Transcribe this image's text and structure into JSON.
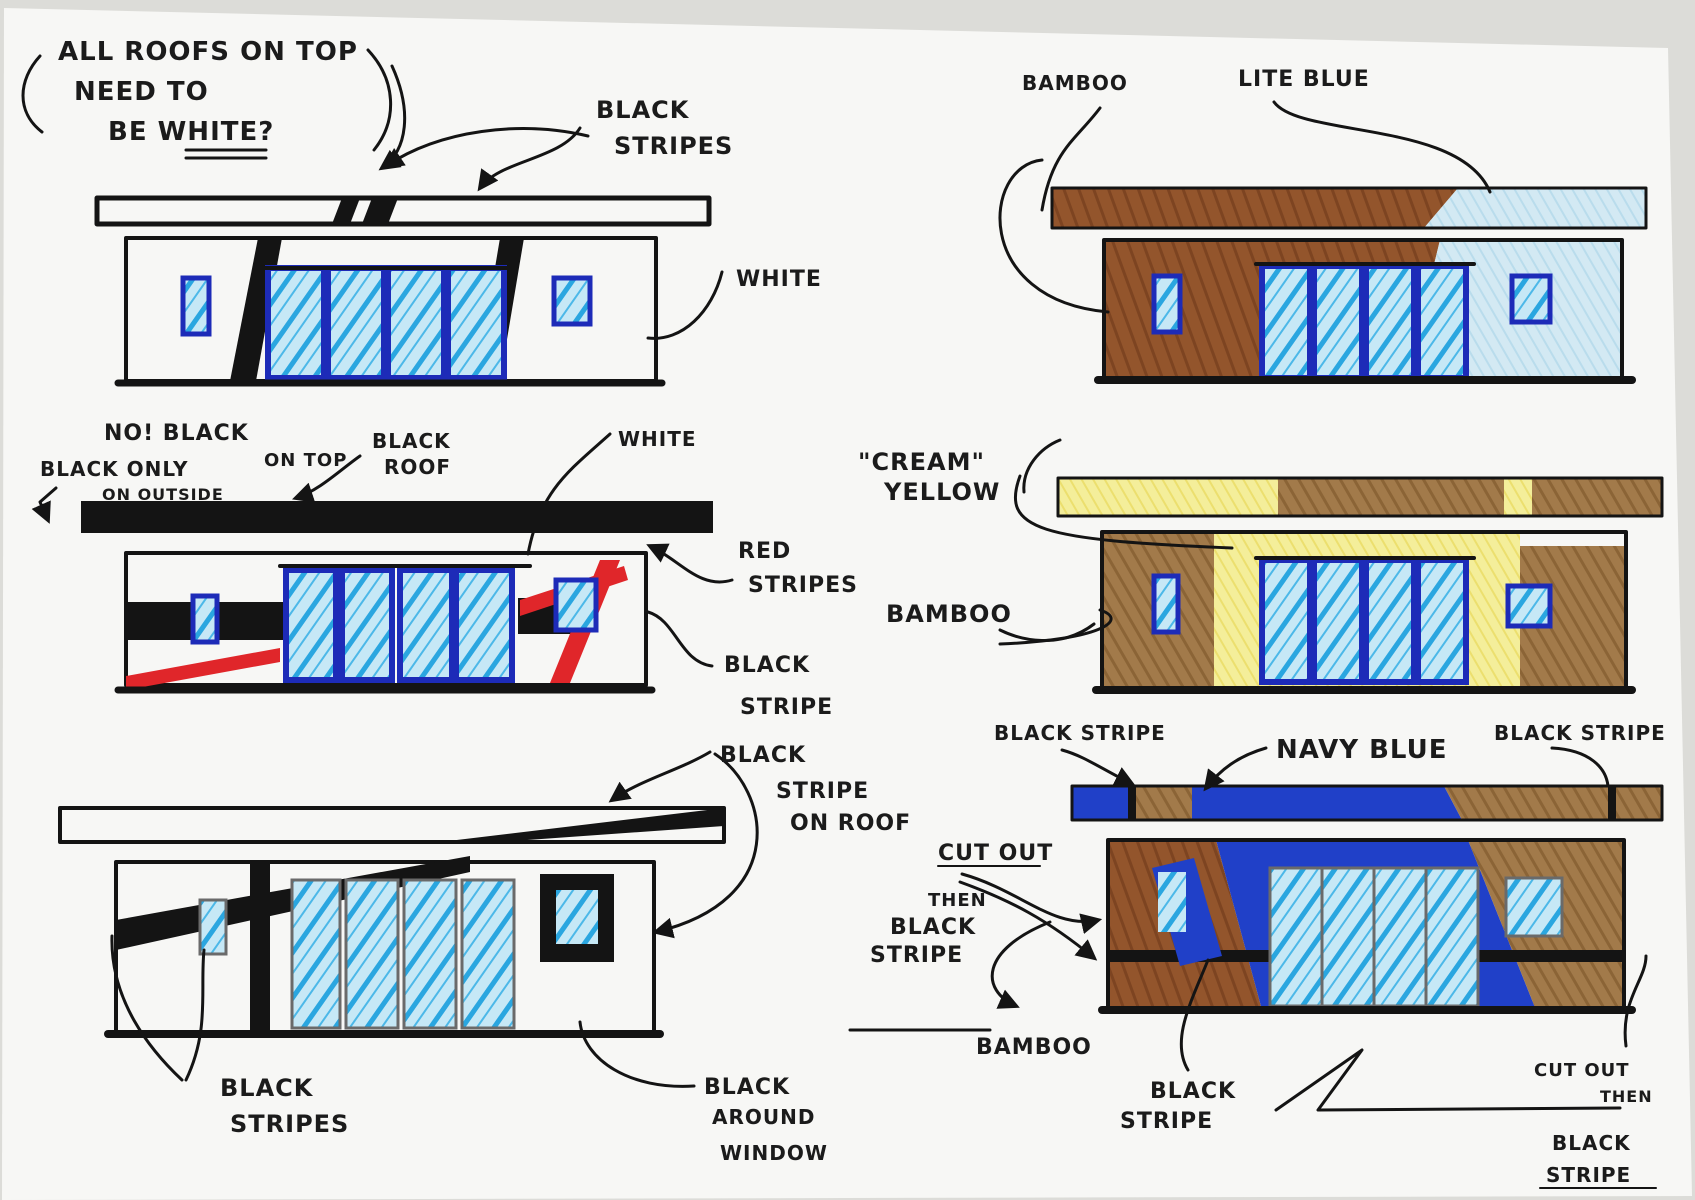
{
  "colors": {
    "paper": "#f7f7f5",
    "ink": "#141414",
    "glass": "#bfe4f4",
    "glass_stroke": "#2aa6e0",
    "frame_blue": "#1d2bb8",
    "bamboo_brown": "#93552c",
    "bamboo_tan": "#a27a4a",
    "lite_blue": "#cfe6f1",
    "cream_yellow": "#f4ee9a",
    "navy_blue": "#2040c8",
    "red": "#e0262a"
  },
  "icons": [
    "pointer-arrow",
    "signature-mark"
  ],
  "notes": {
    "all_roofs_1": "ALL ROOFS ON TOP",
    "all_roofs_2": "NEED TO",
    "all_roofs_3": "BE WHITE?",
    "black_stripes_1": "BLACK",
    "black_stripes_2": "STRIPES",
    "white_1": "WHITE",
    "no_black_1": "NO! BLACK",
    "no_black_2": "ON TOP",
    "black_only_1": "BLACK ONLY",
    "black_only_2": "ON OUTSIDE",
    "black_roof_1": "BLACK",
    "black_roof_2": "ROOF",
    "white_2": "WHITE",
    "red_stripes_1": "RED",
    "red_stripes_2": "STRIPES",
    "black_stripe_1": "BLACK",
    "black_stripe_2": "STRIPE",
    "stripe_on_roof_1": "BLACK",
    "stripe_on_roof_2": "STRIPE",
    "stripe_on_roof_3": "ON ROOF",
    "black_stripes_3": "BLACK",
    "black_stripes_4": "STRIPES",
    "around_window_1": "BLACK",
    "around_window_2": "AROUND",
    "around_window_3": "WINDOW",
    "bamboo_1": "BAMBOO",
    "lite_blue": "LITE BLUE",
    "cream_1": "\"CREAM\"",
    "cream_2": "YELLOW",
    "bamboo_2": "BAMBOO",
    "black_stripe_top_left": "BLACK STRIPE",
    "navy_blue": "NAVY BLUE",
    "black_stripe_top_right": "BLACK STRIPE",
    "cut_out_1": "CUT OUT",
    "cut_out_2": "THEN",
    "cut_out_3": "BLACK",
    "cut_out_4": "STRIPE",
    "bamboo_3": "BAMBOO",
    "black_stripe_bottom_1": "BLACK",
    "black_stripe_bottom_2": "STRIPE",
    "cut_out_right_1": "CUT OUT",
    "cut_out_right_2": "THEN",
    "cut_out_right_3": "BLACK",
    "cut_out_right_4": "STRIPE"
  }
}
